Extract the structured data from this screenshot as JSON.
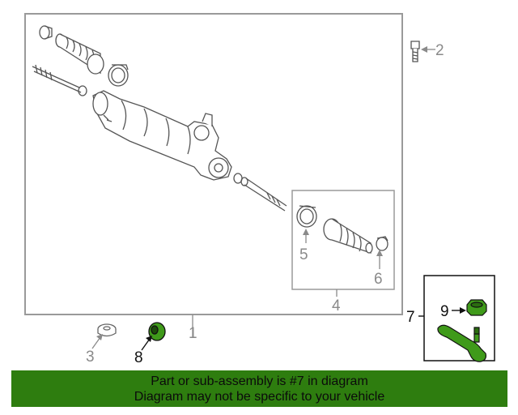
{
  "callouts": {
    "c1": "1",
    "c2": "2",
    "c3": "3",
    "c4": "4",
    "c5": "5",
    "c6": "6",
    "c7": "7",
    "c8": "8",
    "c9": "9"
  },
  "banner": {
    "line1": "Part or sub-assembly is #7 in diagram",
    "line2": "Diagram may not be specific to your vehicle"
  },
  "colors": {
    "highlight_part": "#3f9a1a",
    "banner_bg": "#2e7d0f",
    "outline": "#9a9a9a"
  }
}
